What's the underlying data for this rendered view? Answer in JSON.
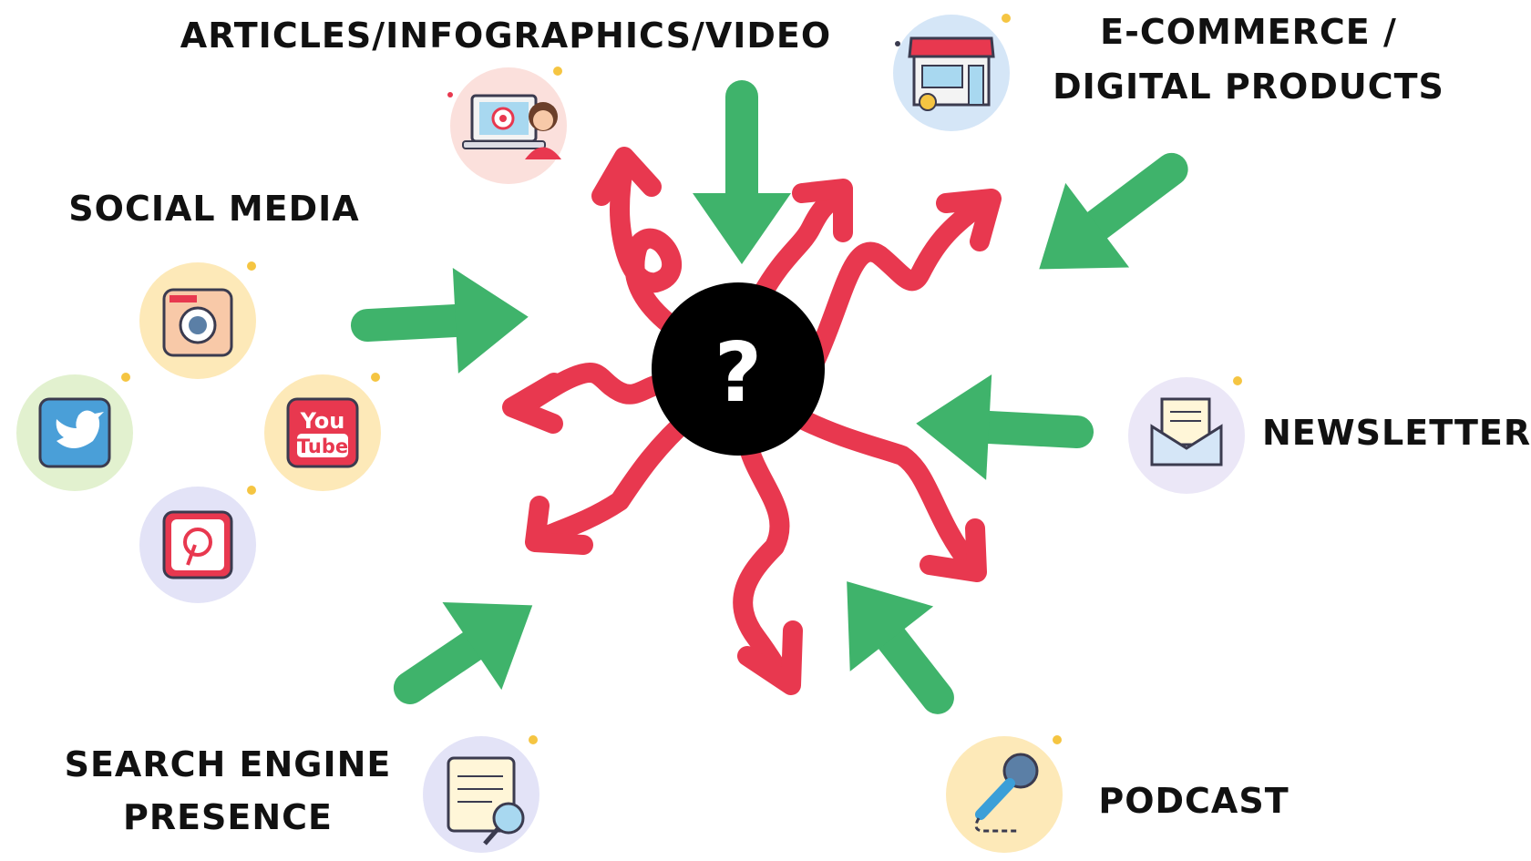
{
  "labels": {
    "articles": "ARTICLES/INFOGRAPHICS/VIDEO",
    "ecommerce_line1": "E-COMMERCE /",
    "ecommerce_line2": "DIGITAL PRODUCTS",
    "social_media": "SOCIAL MEDIA",
    "newsletter": "NEWSLETTER",
    "search_line1": "SEARCH ENGINE",
    "search_line2": "PRESENCE",
    "podcast": "PODCAST",
    "center_symbol": "?"
  },
  "icons": {
    "articles": "laptop-person-icon",
    "ecommerce": "storefront-icon",
    "instagram": "instagram-camera-icon",
    "twitter": "twitter-bird-icon",
    "youtube": "youtube-icon",
    "youtube_top": "You",
    "youtube_bottom": "Tube",
    "pinterest": "pinterest-icon",
    "newsletter": "envelope-letter-icon",
    "search": "document-magnifier-icon",
    "podcast": "microphone-icon"
  },
  "colors": {
    "inbound_arrow": "#3fb36b",
    "outbound_arrow": "#e8384f",
    "center_circle": "#000000",
    "label_text": "#111111"
  }
}
